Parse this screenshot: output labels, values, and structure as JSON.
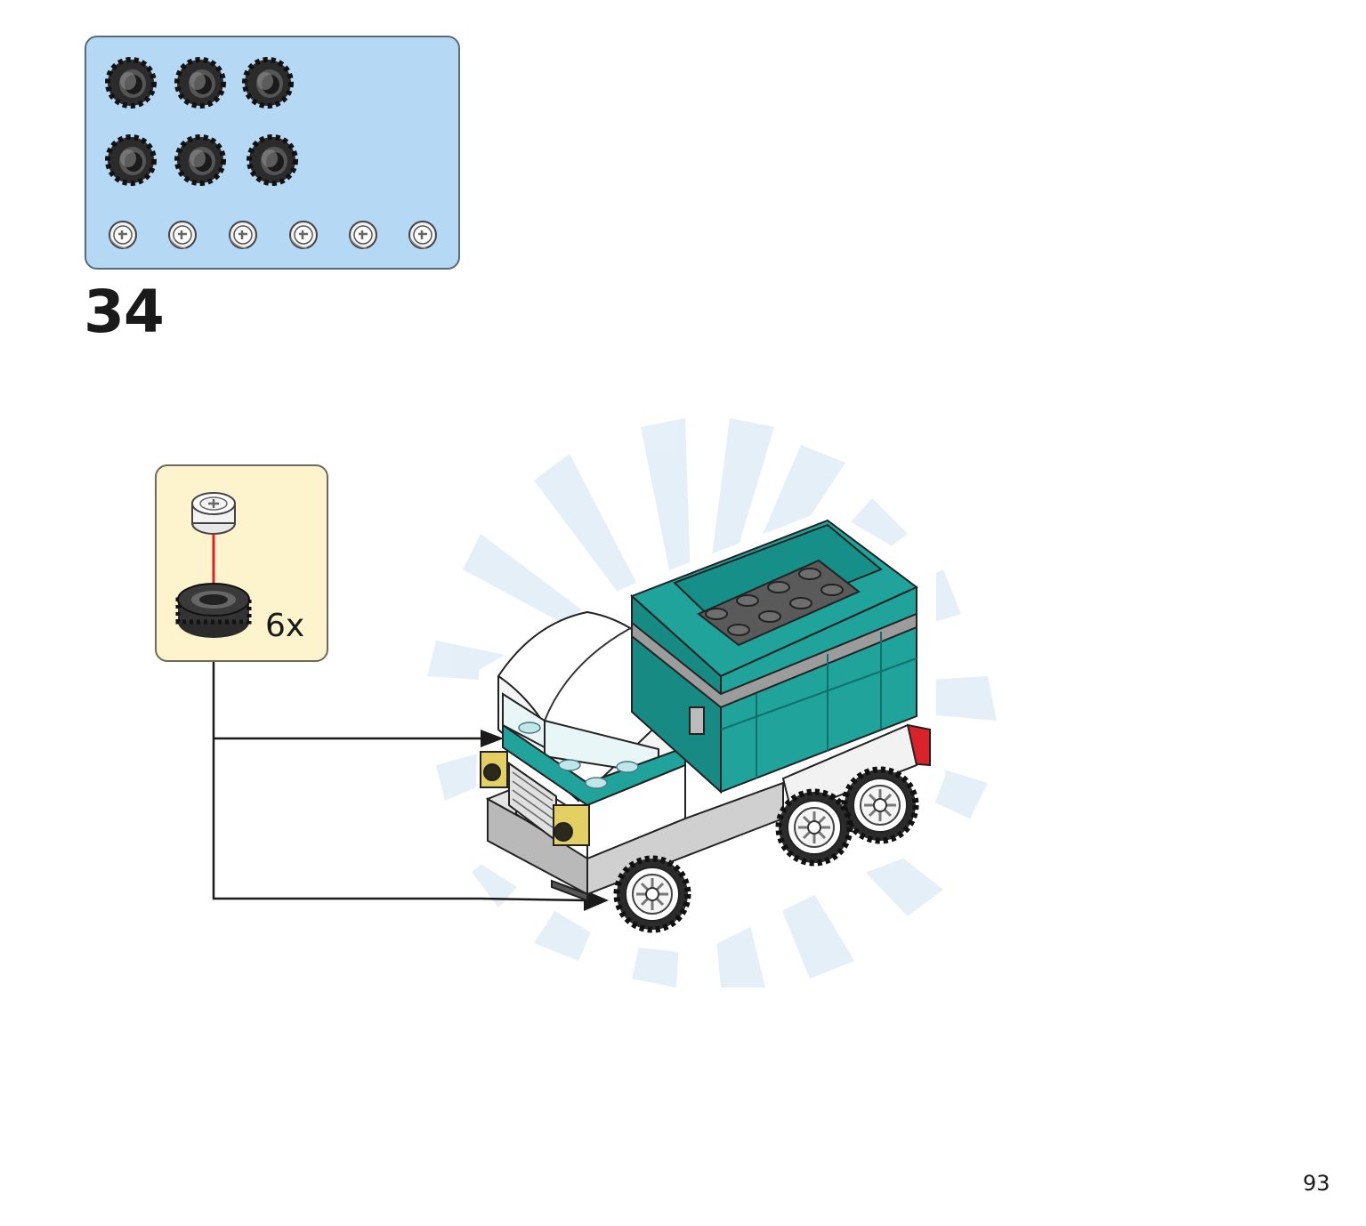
{
  "step": {
    "number": "34"
  },
  "parts_list": [
    {
      "part": "tire",
      "color": "#2b2b2b",
      "count": 6
    },
    {
      "part": "wheel-rim",
      "color": "#e8e8e8",
      "count": 6
    }
  ],
  "subassembly": {
    "quantity": "6x"
  },
  "page": {
    "number": "93"
  },
  "colors": {
    "parts_panel_bg": "#b5d8f5",
    "subassembly_bg": "#fdf3cd",
    "teal": "#1fa39b",
    "cab_white": "#ffffff",
    "grille_yellow": "#e4cf63",
    "tail_red": "#d9222a",
    "arrow_red": "#d22"
  }
}
